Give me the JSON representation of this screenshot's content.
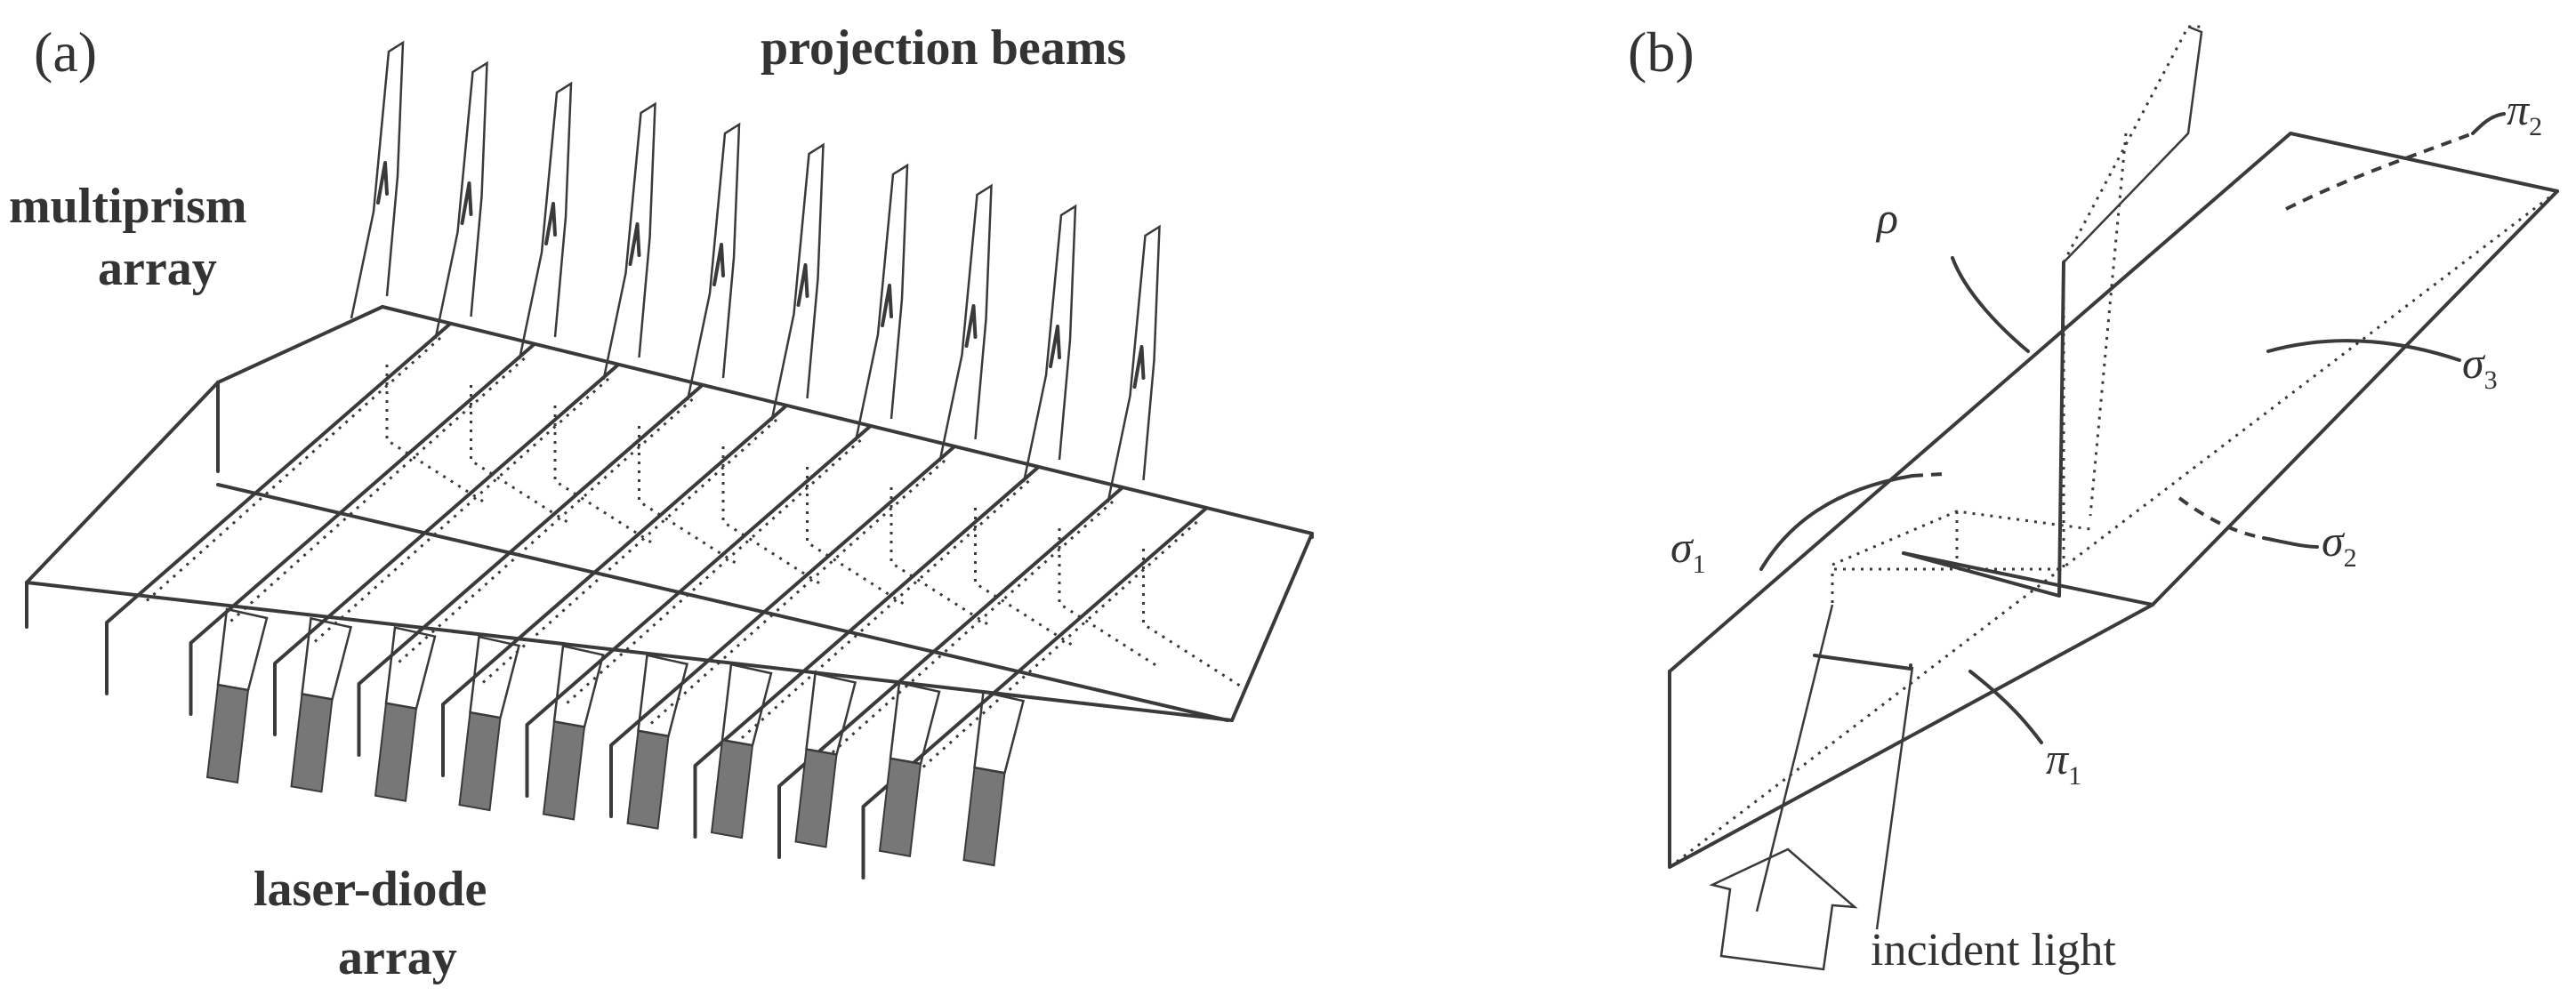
{
  "panel_a": {
    "tag": "(a)",
    "label_projection": "projection beams",
    "label_multiprism_1": "multiprism",
    "label_multiprism_2": "array",
    "label_laser_1": "laser-diode",
    "label_laser_2": "array",
    "units": 10
  },
  "panel_b": {
    "tag": "(b)",
    "rho": "ρ",
    "pi": "π",
    "pi_1_sub": "1",
    "pi_2_sub": "2",
    "sigma": "σ",
    "sigma_1_sub": "1",
    "sigma_2_sub": "2",
    "sigma_3_sub": "3",
    "incident": "incident light"
  },
  "colors": {
    "line": "#3a3a3a",
    "diode_fill": "#777777",
    "background": "#ffffff"
  }
}
